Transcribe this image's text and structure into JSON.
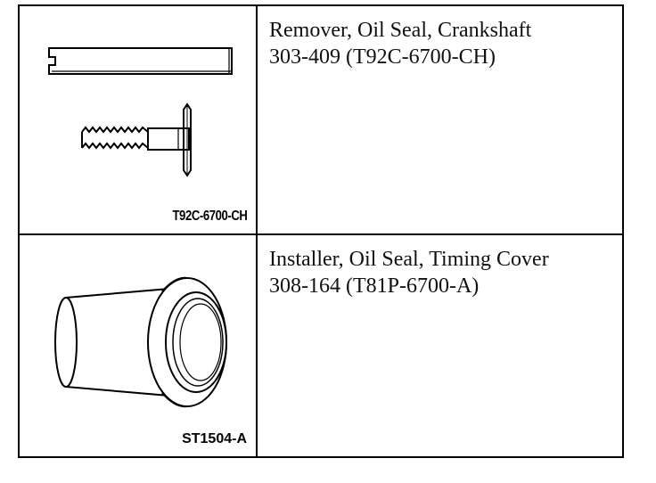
{
  "tools": [
    {
      "illustration_icon": "crankshaft-oil-seal-remover-icon",
      "illustration_code": "T92C-6700-CH",
      "name": "Remover, Oil Seal, Crankshaft",
      "number": "303-409 (T92C-6700-CH)"
    },
    {
      "illustration_icon": "timing-cover-oil-seal-installer-icon",
      "illustration_code": "ST1504-A",
      "name": "Installer, Oil Seal, Timing Cover",
      "number": "308-164 (T81P-6700-A)"
    }
  ]
}
